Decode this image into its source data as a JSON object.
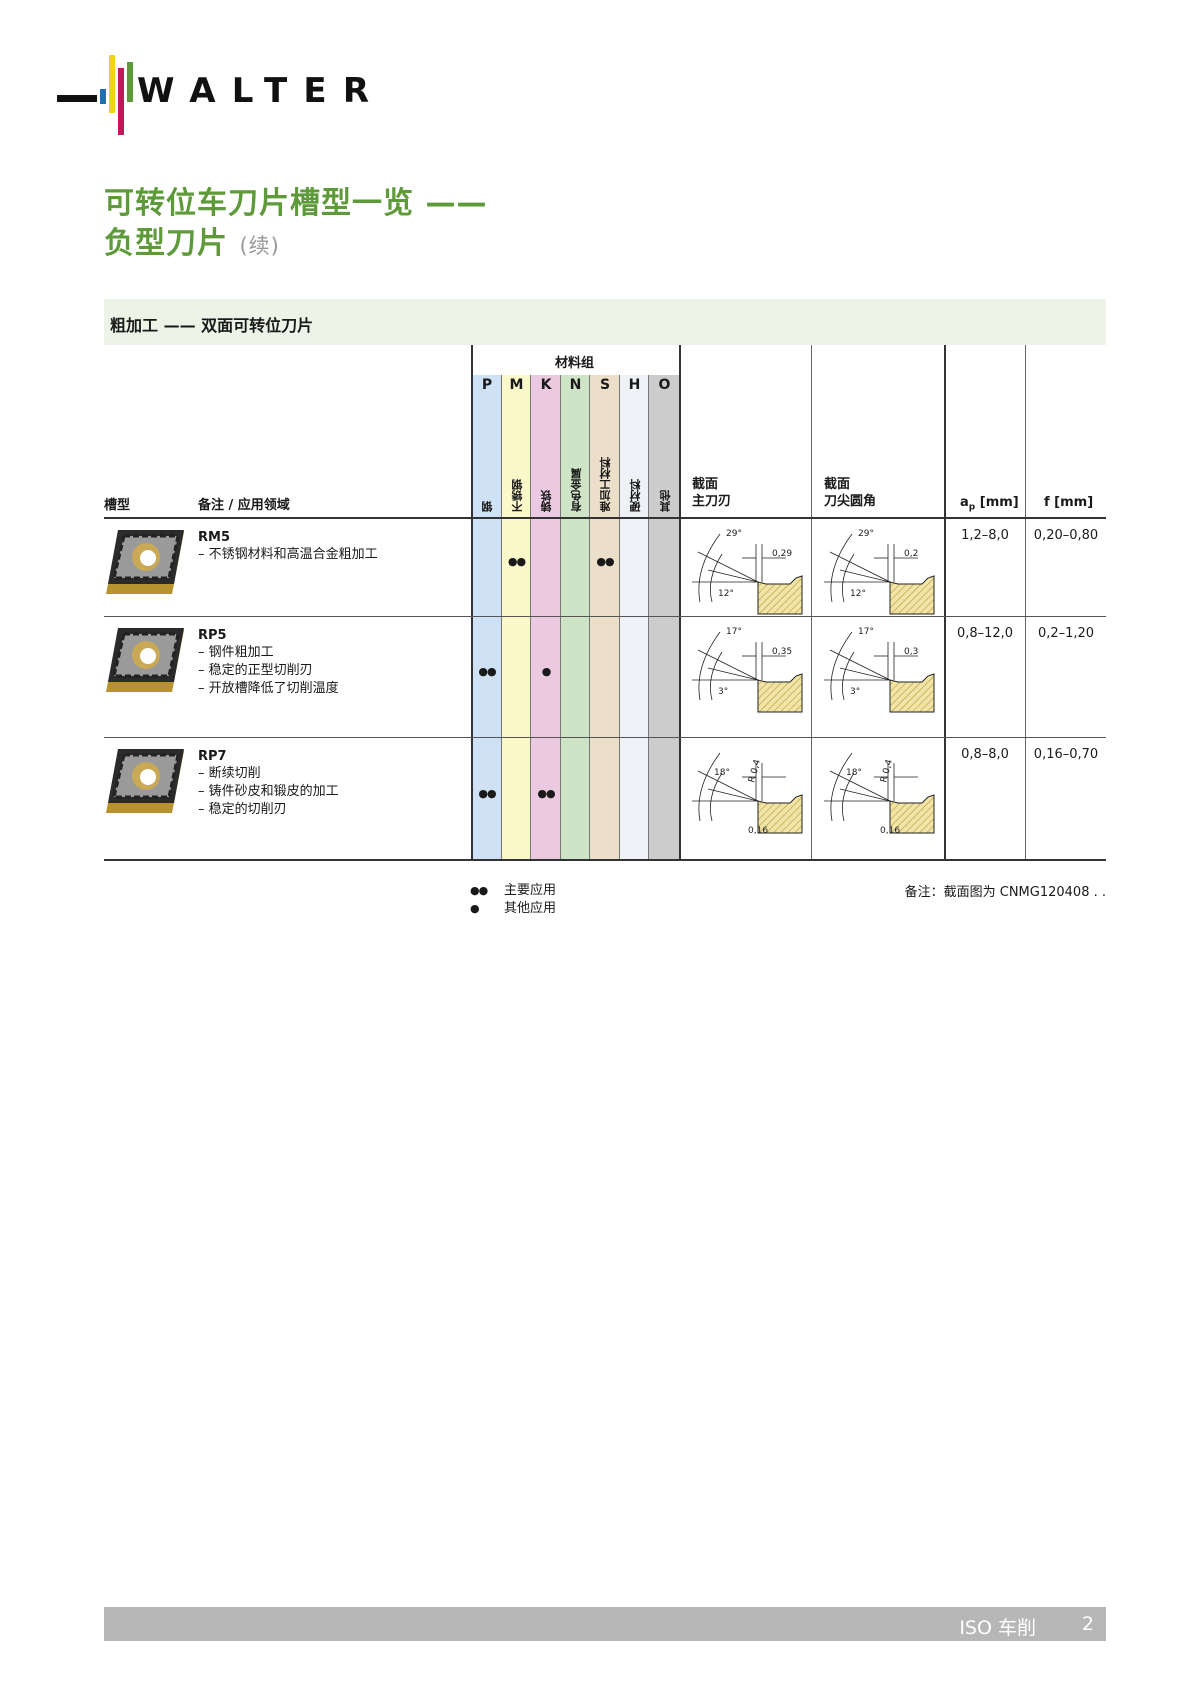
{
  "brand": {
    "logo_text": "WALTER",
    "colors": {
      "blue": "#1e6fb8",
      "yellow": "#f2d21b",
      "magenta": "#c2185b",
      "green": "#5e9a3a"
    }
  },
  "title": {
    "line1": "可转位车刀片槽型一览 ——",
    "line2": "负型刀片",
    "continued": "(续)"
  },
  "section": {
    "title": "粗加工 —— 双面可转位刀片"
  },
  "table": {
    "headers": {
      "geometry": "槽型",
      "remarks": "备注 / 应用领域",
      "material_group": "材料组",
      "section_main": [
        "截面",
        "主刀刃"
      ],
      "section_corner": [
        "截面",
        "刀尖圆角"
      ],
      "ap": "a",
      "ap_sub": "p",
      "ap_unit": " [mm]",
      "f": "f [mm]"
    },
    "materials": [
      {
        "letter": "P",
        "name": "钢",
        "color": "#cfe2f5"
      },
      {
        "letter": "M",
        "name": "不锈钢",
        "color": "#fbf9c9"
      },
      {
        "letter": "K",
        "name": "铸铁",
        "color": "#ebcae1"
      },
      {
        "letter": "N",
        "name": "有色金属",
        "color": "#cfe3c7"
      },
      {
        "letter": "S",
        "name": "难加工材料",
        "color": "#ebdfca"
      },
      {
        "letter": "H",
        "name": "硬材料",
        "color": "#eef1f6"
      },
      {
        "letter": "O",
        "name": "其他",
        "color": "#cccccc"
      }
    ],
    "rows": [
      {
        "code": "RM5",
        "notes": [
          "– 不锈钢材料和高温合金粗加工"
        ],
        "usage": {
          "M": "●●",
          "S": "●●"
        },
        "ap": "1,2–8,0",
        "f": "0,20–0,80",
        "main": {
          "angle1": "29°",
          "angle2": "12°",
          "width": "0,29"
        },
        "corner": {
          "angle1": "29°",
          "angle2": "12°",
          "width": "0,2"
        }
      },
      {
        "code": "RP5",
        "notes": [
          "– 钢件粗加工",
          "– 稳定的正型切削刃",
          "– 开放槽降低了切削温度"
        ],
        "usage": {
          "P": "●●",
          "K": "●"
        },
        "ap": "0,8–12,0",
        "f": "0,2–1,20",
        "main": {
          "angle1": "17°",
          "angle2": "3°",
          "width": "0,35"
        },
        "corner": {
          "angle1": "17°",
          "angle2": "3°",
          "width": "0,3"
        }
      },
      {
        "code": "RP7",
        "notes": [
          "– 断续切削",
          "– 铸件砂皮和锻皮的加工",
          "– 稳定的切削刃"
        ],
        "usage": {
          "P": "●●",
          "K": "●●"
        },
        "ap": "0,8–8,0",
        "f": "0,16–0,70",
        "main": {
          "angle1": "18°",
          "radius": "R 0,4",
          "width": "0,16"
        },
        "corner": {
          "angle1": "18°",
          "radius": "R 0,4",
          "width": "0,16"
        }
      }
    ]
  },
  "legend": {
    "primary_symbol": "●●",
    "primary": "主要应用",
    "secondary_symbol": "●",
    "secondary": "其他应用"
  },
  "remark": "备注：截面图为 CNMG120408 . .",
  "footer": {
    "section": "ISO 车削",
    "page": "2"
  }
}
